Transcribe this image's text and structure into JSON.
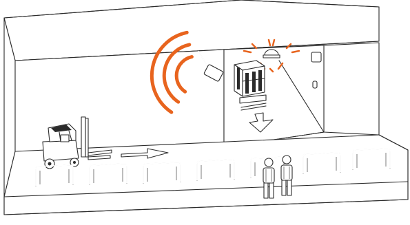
{
  "colors": {
    "accent": "#e8641e",
    "line": "#2b2b2b",
    "background": "#ffffff"
  },
  "icons": {
    "rfid_reader": "rfid-reader-icon",
    "radio_waves": "radio-waves-icon",
    "alarm_light": "alarm-beacon-icon",
    "forklift": "forklift-icon",
    "pallet_load": "pallet-load-icon",
    "direction_arrow": "arrow-right-icon",
    "down_arrow": "arrow-down-icon",
    "gate": "gate-portal-icon",
    "person": "person-icon"
  },
  "scene": {
    "gate_count": 7,
    "person_count": 2,
    "wave_arcs": 3
  }
}
